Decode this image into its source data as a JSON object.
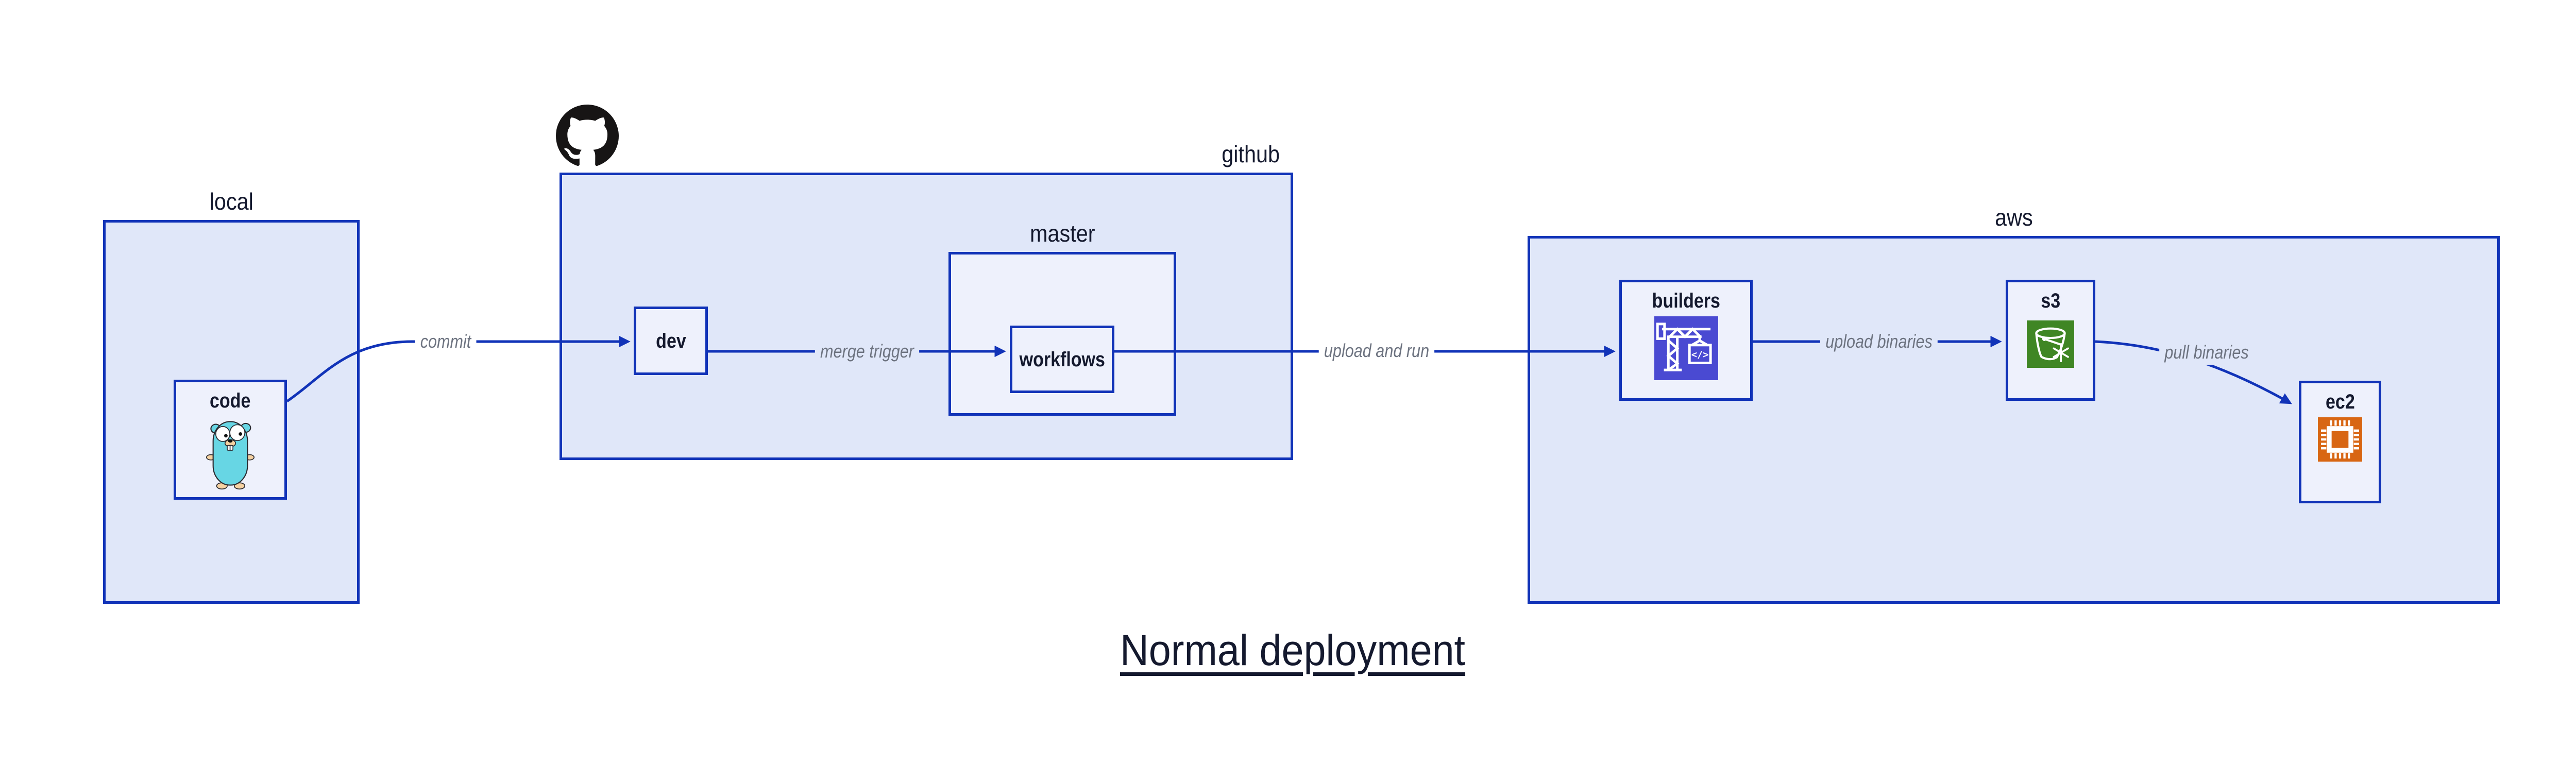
{
  "title": {
    "text": "Normal deployment"
  },
  "containers": {
    "local": {
      "label": "local"
    },
    "github": {
      "label": "github"
    },
    "master": {
      "label": "master"
    },
    "aws": {
      "label": "aws"
    }
  },
  "nodes": {
    "code": {
      "label": "code"
    },
    "dev": {
      "label": "dev"
    },
    "workflows": {
      "label": "workflows"
    },
    "builders": {
      "label": "builders"
    },
    "s3": {
      "label": "s3"
    },
    "ec2": {
      "label": "ec2"
    }
  },
  "edges": {
    "commit": {
      "label": "commit"
    },
    "merge_trigger": {
      "label": "merge trigger"
    },
    "upload_and_run": {
      "label": "upload and run"
    },
    "upload_binaries": {
      "label": "upload binaries"
    },
    "pull_binaries": {
      "label": "pull binaries"
    }
  },
  "icons": {
    "github": "github-octocat-icon",
    "code": "go-gopher-icon",
    "builders": "codebuild-crane-icon",
    "s3": "s3-glacier-bucket-icon",
    "ec2": "ec2-chip-icon"
  },
  "colors": {
    "border_blue": "#1133b8",
    "container_fill": "#e0e7f9",
    "node_fill": "#eef1fc",
    "label_dark": "#14192e",
    "edge_label_gray": "#6d7380",
    "codebuild_purple": "#4a4ad2",
    "s3_green": "#3f8624",
    "ec2_orange": "#d86613",
    "github_black": "#171515",
    "gopher_teal": "#67d6e4",
    "gopher_tan": "#f6d2a2"
  }
}
